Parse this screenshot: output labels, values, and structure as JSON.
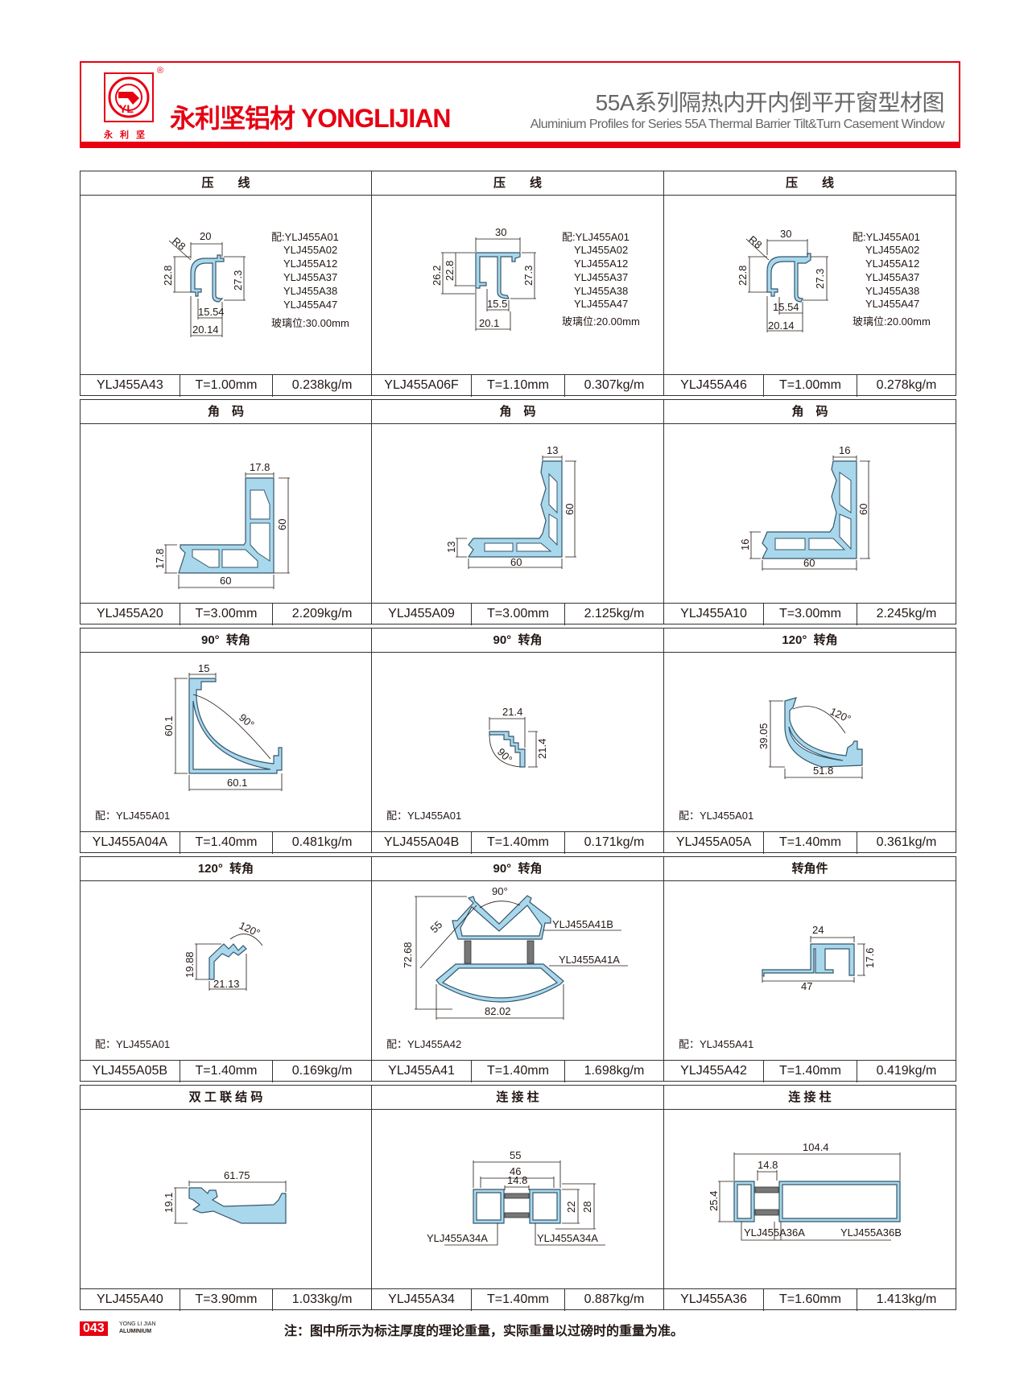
{
  "header": {
    "brand": "永利坚铝材 YONGLIJIAN",
    "logo_sub": "永利坚",
    "registered": "®",
    "title_cn": "55A系列隔热内开内倒平开窗型材图",
    "title_en": "Aluminium Profiles for Series 55A Thermal Barrier Tilt&Turn Casement Window"
  },
  "colors": {
    "brand_red": "#e60012",
    "profile_fill": "#a9d8ec",
    "profile_stroke": "#35566b"
  },
  "cells": [
    {
      "title": "压　　线",
      "code": "YLJ455A43",
      "t": "T=1.00mm",
      "w": "0.238kg/m",
      "dims": [
        "R8",
        "20",
        "22.8",
        "27.3",
        "15.54",
        "20.14"
      ],
      "list": [
        "配:YLJ455A01",
        "YLJ455A02",
        "YLJ455A12",
        "YLJ455A37",
        "YLJ455A38",
        "YLJ455A47"
      ],
      "glass": "玻璃位:30.00mm"
    },
    {
      "title": "压　　线",
      "code": "YLJ455A06F",
      "t": "T=1.10mm",
      "w": "0.307kg/m",
      "dims": [
        "30",
        "26.2",
        "22.8",
        "27.3",
        "15.5",
        "20.1"
      ],
      "list": [
        "配:YLJ455A01",
        "YLJ455A02",
        "YLJ455A12",
        "YLJ455A37",
        "YLJ455A38",
        "YLJ455A47"
      ],
      "glass": "玻璃位:20.00mm"
    },
    {
      "title": "压　　线",
      "code": "YLJ455A46",
      "t": "T=1.00mm",
      "w": "0.278kg/m",
      "dims": [
        "R8",
        "30",
        "22.8",
        "27.3",
        "15.54",
        "20.14"
      ],
      "list": [
        "配:YLJ455A01",
        "YLJ455A02",
        "YLJ455A12",
        "YLJ455A37",
        "YLJ455A38",
        "YLJ455A47"
      ],
      "glass": "玻璃位:20.00mm"
    },
    {
      "title": "角　码",
      "code": "YLJ455A20",
      "t": "T=3.00mm",
      "w": "2.209kg/m",
      "dims": [
        "17.8",
        "60",
        "17.8",
        "60"
      ]
    },
    {
      "title": "角　码",
      "code": "YLJ455A09",
      "t": "T=3.00mm",
      "w": "2.125kg/m",
      "dims": [
        "13",
        "60",
        "13",
        "60"
      ]
    },
    {
      "title": "角　码",
      "code": "YLJ455A10",
      "t": "T=3.00mm",
      "w": "2.245kg/m",
      "dims": [
        "16",
        "60",
        "16",
        "60"
      ]
    },
    {
      "title": "90°  转角",
      "code": "YLJ455A04A",
      "t": "T=1.40mm",
      "w": "0.481kg/m",
      "dims": [
        "15",
        "60.1",
        "90°",
        "60.1"
      ],
      "pair": "配：YLJ455A01"
    },
    {
      "title": "90°  转角",
      "code": "YLJ455A04B",
      "t": "T=1.40mm",
      "w": "0.171kg/m",
      "dims": [
        "21.4",
        "21.4",
        "90°"
      ],
      "pair": "配：YLJ455A01"
    },
    {
      "title": "120°  转角",
      "code": "YLJ455A05A",
      "t": "T=1.40mm",
      "w": "0.361kg/m",
      "dims": [
        "120°",
        "39.05",
        "51.8"
      ],
      "pair": "配：YLJ455A01"
    },
    {
      "title": "120°  转角",
      "code": "YLJ455A05B",
      "t": "T=1.40mm",
      "w": "0.169kg/m",
      "dims": [
        "120°",
        "19.88",
        "21.13"
      ],
      "pair": "配：YLJ455A01"
    },
    {
      "title": "90°  转角",
      "code": "YLJ455A41",
      "t": "T=1.40mm",
      "w": "1.698kg/m",
      "dims": [
        "90°",
        "55",
        "72.68",
        "YLJ455A41B",
        "YLJ455A41A",
        "82.02"
      ],
      "pair": "配：YLJ455A42"
    },
    {
      "title": "转角件",
      "code": "YLJ455A42",
      "t": "T=1.40mm",
      "w": "0.419kg/m",
      "dims": [
        "24",
        "17.6",
        "47"
      ],
      "pair": "配：YLJ455A41"
    },
    {
      "title": "双 工 联 结 码",
      "code": "YLJ455A40",
      "t": "T=3.90mm",
      "w": "1.033kg/m",
      "dims": [
        "61.75",
        "19.1"
      ]
    },
    {
      "title": "连 接 柱",
      "code": "YLJ455A34",
      "t": "T=1.40mm",
      "w": "0.887kg/m",
      "dims": [
        "55",
        "46",
        "14.8",
        "22",
        "28",
        "YLJ455A34A",
        "YLJ455A34A"
      ]
    },
    {
      "title": "连 接 柱",
      "code": "YLJ455A36",
      "t": "T=1.60mm",
      "w": "1.413kg/m",
      "dims": [
        "104.4",
        "14.8",
        "25.4",
        "YLJ455A36A",
        "YLJ455A36B"
      ]
    }
  ],
  "footer": {
    "page": "043",
    "brand_line1": "YONG LI JIAN",
    "brand_line2": "ALUMINIUM",
    "note": "注：图中所示为标注厚度的理论重量，实际重量以过磅时的重量为准。"
  }
}
